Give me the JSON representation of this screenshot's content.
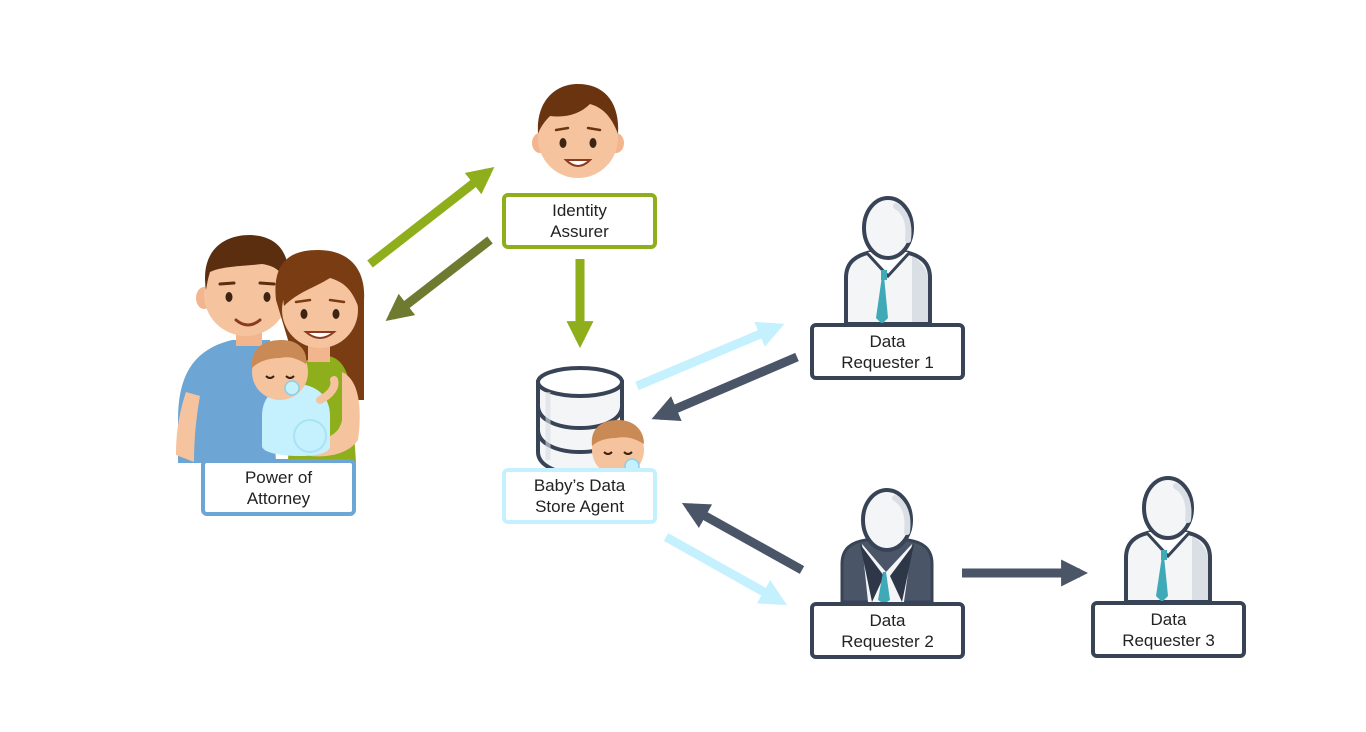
{
  "nodes": {
    "identity_assurer": {
      "line1": "Identity",
      "line2": "Assurer"
    },
    "power_of_attorney": {
      "line1": "Power of",
      "line2": "Attorney"
    },
    "data_store_agent": {
      "line1": "Baby’s Data",
      "line2": "Store Agent"
    },
    "data_requester_1": {
      "line1": "Data",
      "line2": "Requester 1"
    },
    "data_requester_2": {
      "line1": "Data",
      "line2": "Requester 2"
    },
    "data_requester_3": {
      "line1": "Data",
      "line2": "Requester 3"
    }
  },
  "colors": {
    "identity_green": "#8fae1b",
    "dark_olive": "#6e7a2f",
    "light_cyan": "#c5f1ff",
    "slate": "#4a5568",
    "attorney_blue": "#6da5d4",
    "store_cyan": "#c5f1ff",
    "requester_outline": "#384456"
  },
  "icons": {
    "identity_assurer": "person-face-icon",
    "power_of_attorney": "family-with-baby-icon",
    "data_store_agent": "database-with-baby-icon",
    "data_requester_1": "business-person-icon",
    "data_requester_2": "business-person-suit-icon",
    "data_requester_3": "business-person-icon"
  }
}
